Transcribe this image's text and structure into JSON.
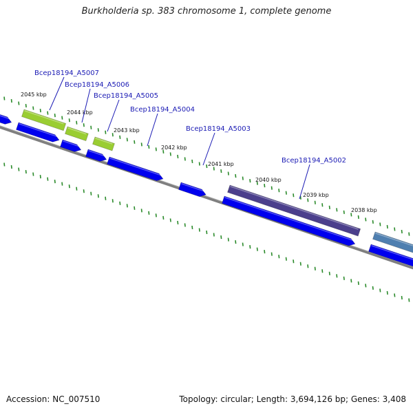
{
  "title": "Burkholderia sp. 383 chromosome 1, complete genome",
  "footer": {
    "accession": "Accession: NC_007510",
    "summary": "Topology: circular; Length: 3,694,126 bp; Genes: 3,408"
  },
  "colors": {
    "cds": "#0000ee",
    "rna_green": "#9acd32",
    "gene_dark_purple": "#4b3f8c",
    "gene_steel_blue": "#4f7fb0",
    "backbone": "#777777",
    "ticks": "#2a8a2a",
    "label": "#1a1ab4"
  },
  "scale_ticks": [
    {
      "label": "2045 kbp"
    },
    {
      "label": "2044 kbp"
    },
    {
      "label": "2043 kbp"
    },
    {
      "label": "2042 kbp"
    },
    {
      "label": "2041 kbp"
    },
    {
      "label": "2040 kbp"
    },
    {
      "label": "2039 kbp"
    },
    {
      "label": "2038 kbp"
    }
  ],
  "gene_labels": [
    {
      "name": "Bcep18194_A5007"
    },
    {
      "name": "Bcep18194_A5006"
    },
    {
      "name": "Bcep18194_A5005"
    },
    {
      "name": "Bcep18194_A5004"
    },
    {
      "name": "Bcep18194_A5003"
    },
    {
      "name": "Bcep18194_A5002"
    }
  ]
}
